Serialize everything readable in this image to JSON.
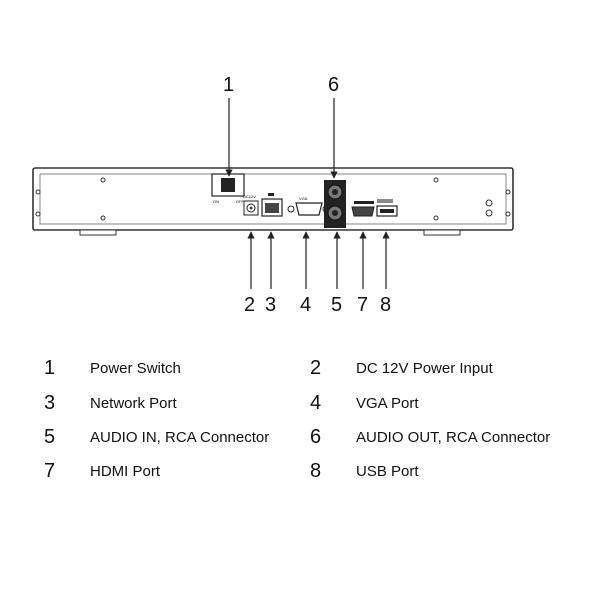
{
  "callouts": {
    "c1": "1",
    "c2": "2",
    "c3": "3",
    "c4": "4",
    "c5": "5",
    "c6": "6",
    "c7": "7",
    "c8": "8"
  },
  "device_labels": {
    "switch_on": "ON",
    "switch_off": "OFF",
    "dc_input": "DC12V",
    "vga": "VGA"
  },
  "legend": [
    {
      "num": "1",
      "label": "Power Switch"
    },
    {
      "num": "2",
      "label": "DC 12V Power Input"
    },
    {
      "num": "3",
      "label": "Network Port"
    },
    {
      "num": "4",
      "label": "VGA Port"
    },
    {
      "num": "5",
      "label": "AUDIO IN, RCA Connector"
    },
    {
      "num": "6",
      "label": "AUDIO OUT, RCA Connector"
    },
    {
      "num": "7",
      "label": "HDMI Port"
    },
    {
      "num": "8",
      "label": "USB Port"
    }
  ]
}
